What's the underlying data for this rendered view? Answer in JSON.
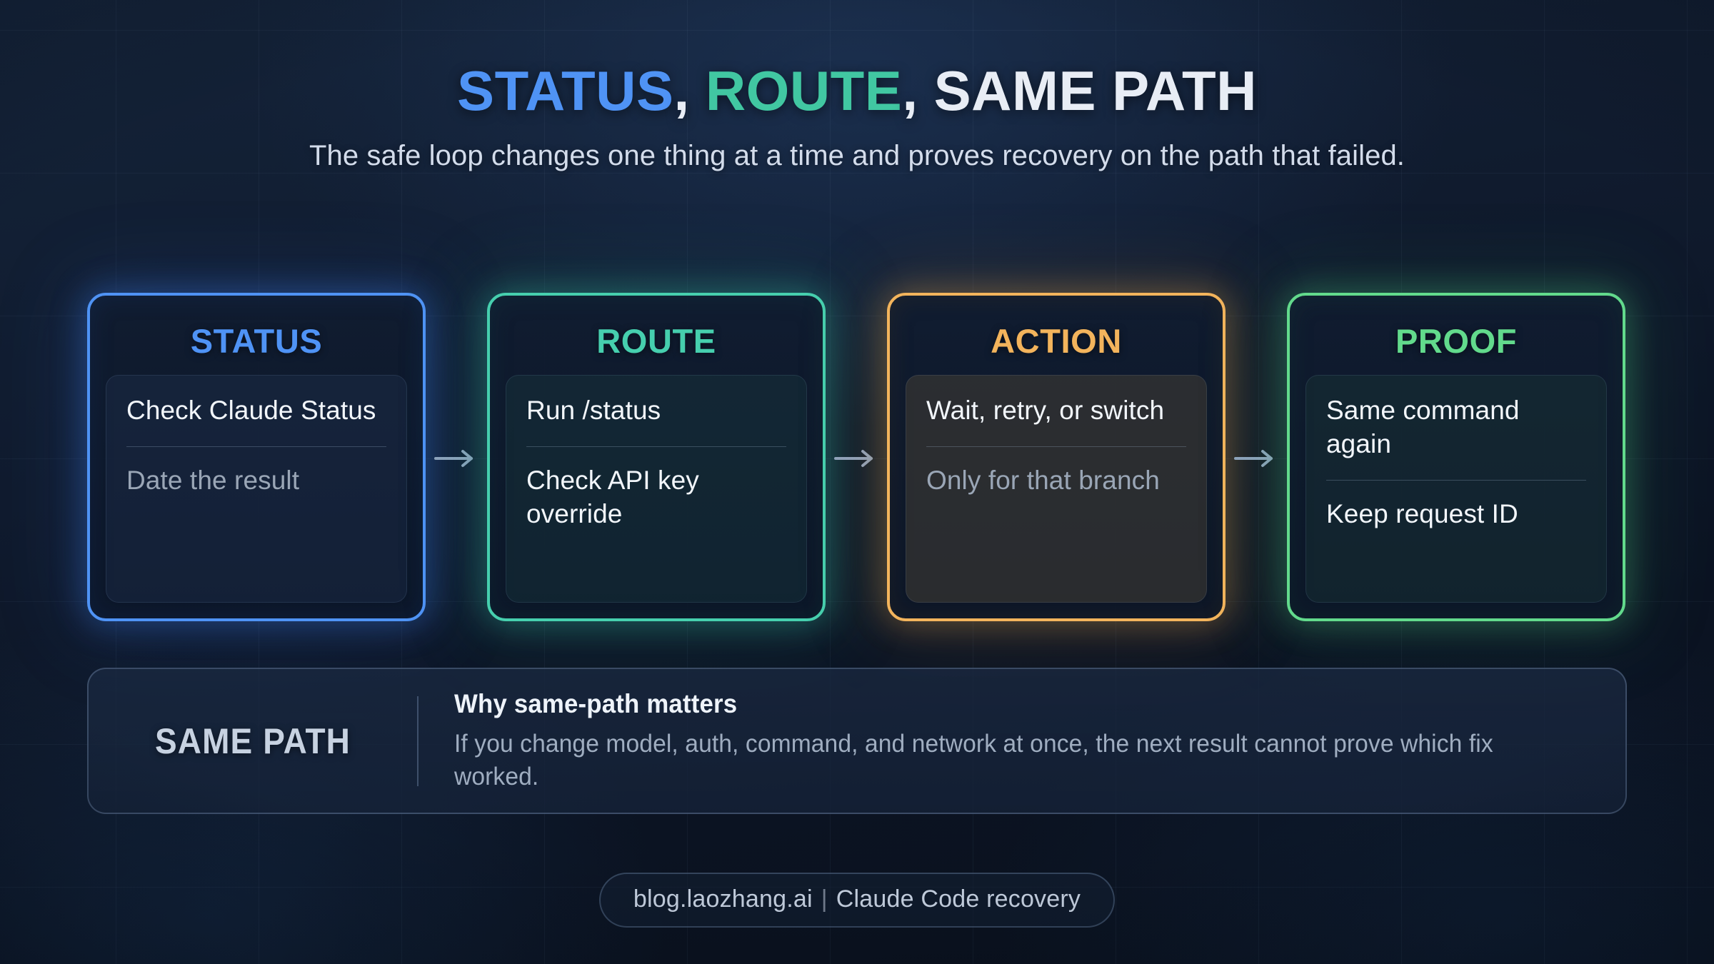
{
  "header": {
    "title_parts": [
      {
        "text": "STATUS",
        "color_role": "status"
      },
      {
        "text": ", ",
        "color_role": "plain"
      },
      {
        "text": "ROUTE",
        "color_role": "route"
      },
      {
        "text": ", ",
        "color_role": "plain"
      },
      {
        "text": "SAME PATH",
        "color_role": "plain"
      }
    ],
    "title_status": "STATUS",
    "title_comma1": ",",
    "title_route": "ROUTE",
    "title_comma2": ",",
    "title_same_path": "SAME PATH",
    "subtitle": "The safe loop changes one thing at a time and proves recovery on the path that failed."
  },
  "cards": [
    {
      "id": "status",
      "title": "STATUS",
      "accent": "#4f93f5",
      "primary": "Check Claude Status",
      "secondary": "Date the result",
      "secondary_muted": true
    },
    {
      "id": "route",
      "title": "ROUTE",
      "accent": "#46cfae",
      "primary": "Run /status",
      "secondary": "Check API key override",
      "secondary_muted": false
    },
    {
      "id": "action",
      "title": "ACTION",
      "accent": "#f3b45c",
      "primary": "Wait, retry, or switch",
      "secondary": "Only for that branch",
      "secondary_muted": true
    },
    {
      "id": "proof",
      "title": "PROOF",
      "accent": "#62da8c",
      "primary": "Same command again",
      "secondary": "Keep request ID",
      "secondary_muted": false
    }
  ],
  "arrows": {
    "glyph": "arrow-right-icon",
    "color": "#8fa3bd",
    "count": 3
  },
  "banner": {
    "label": "SAME PATH",
    "heading": "Why same-path matters",
    "description": "If you change model, auth, command, and network at once, the next result cannot prove which fix worked."
  },
  "footer": {
    "site": "blog.laozhang.ai",
    "divider": "|",
    "topic": "Claude Code recovery"
  },
  "theme": {
    "background": "#101b2e",
    "grid_line": "rgba(160,190,230,0.055)",
    "title_plain": "#e8edf5",
    "subtitle": "#d3dceb",
    "body_text": "#f2f6fb",
    "muted_text": "#9aa6b6",
    "banner_label": "#c7d2e1",
    "banner_desc": "#9fadc0",
    "footer_text": "#c6d1e1"
  }
}
